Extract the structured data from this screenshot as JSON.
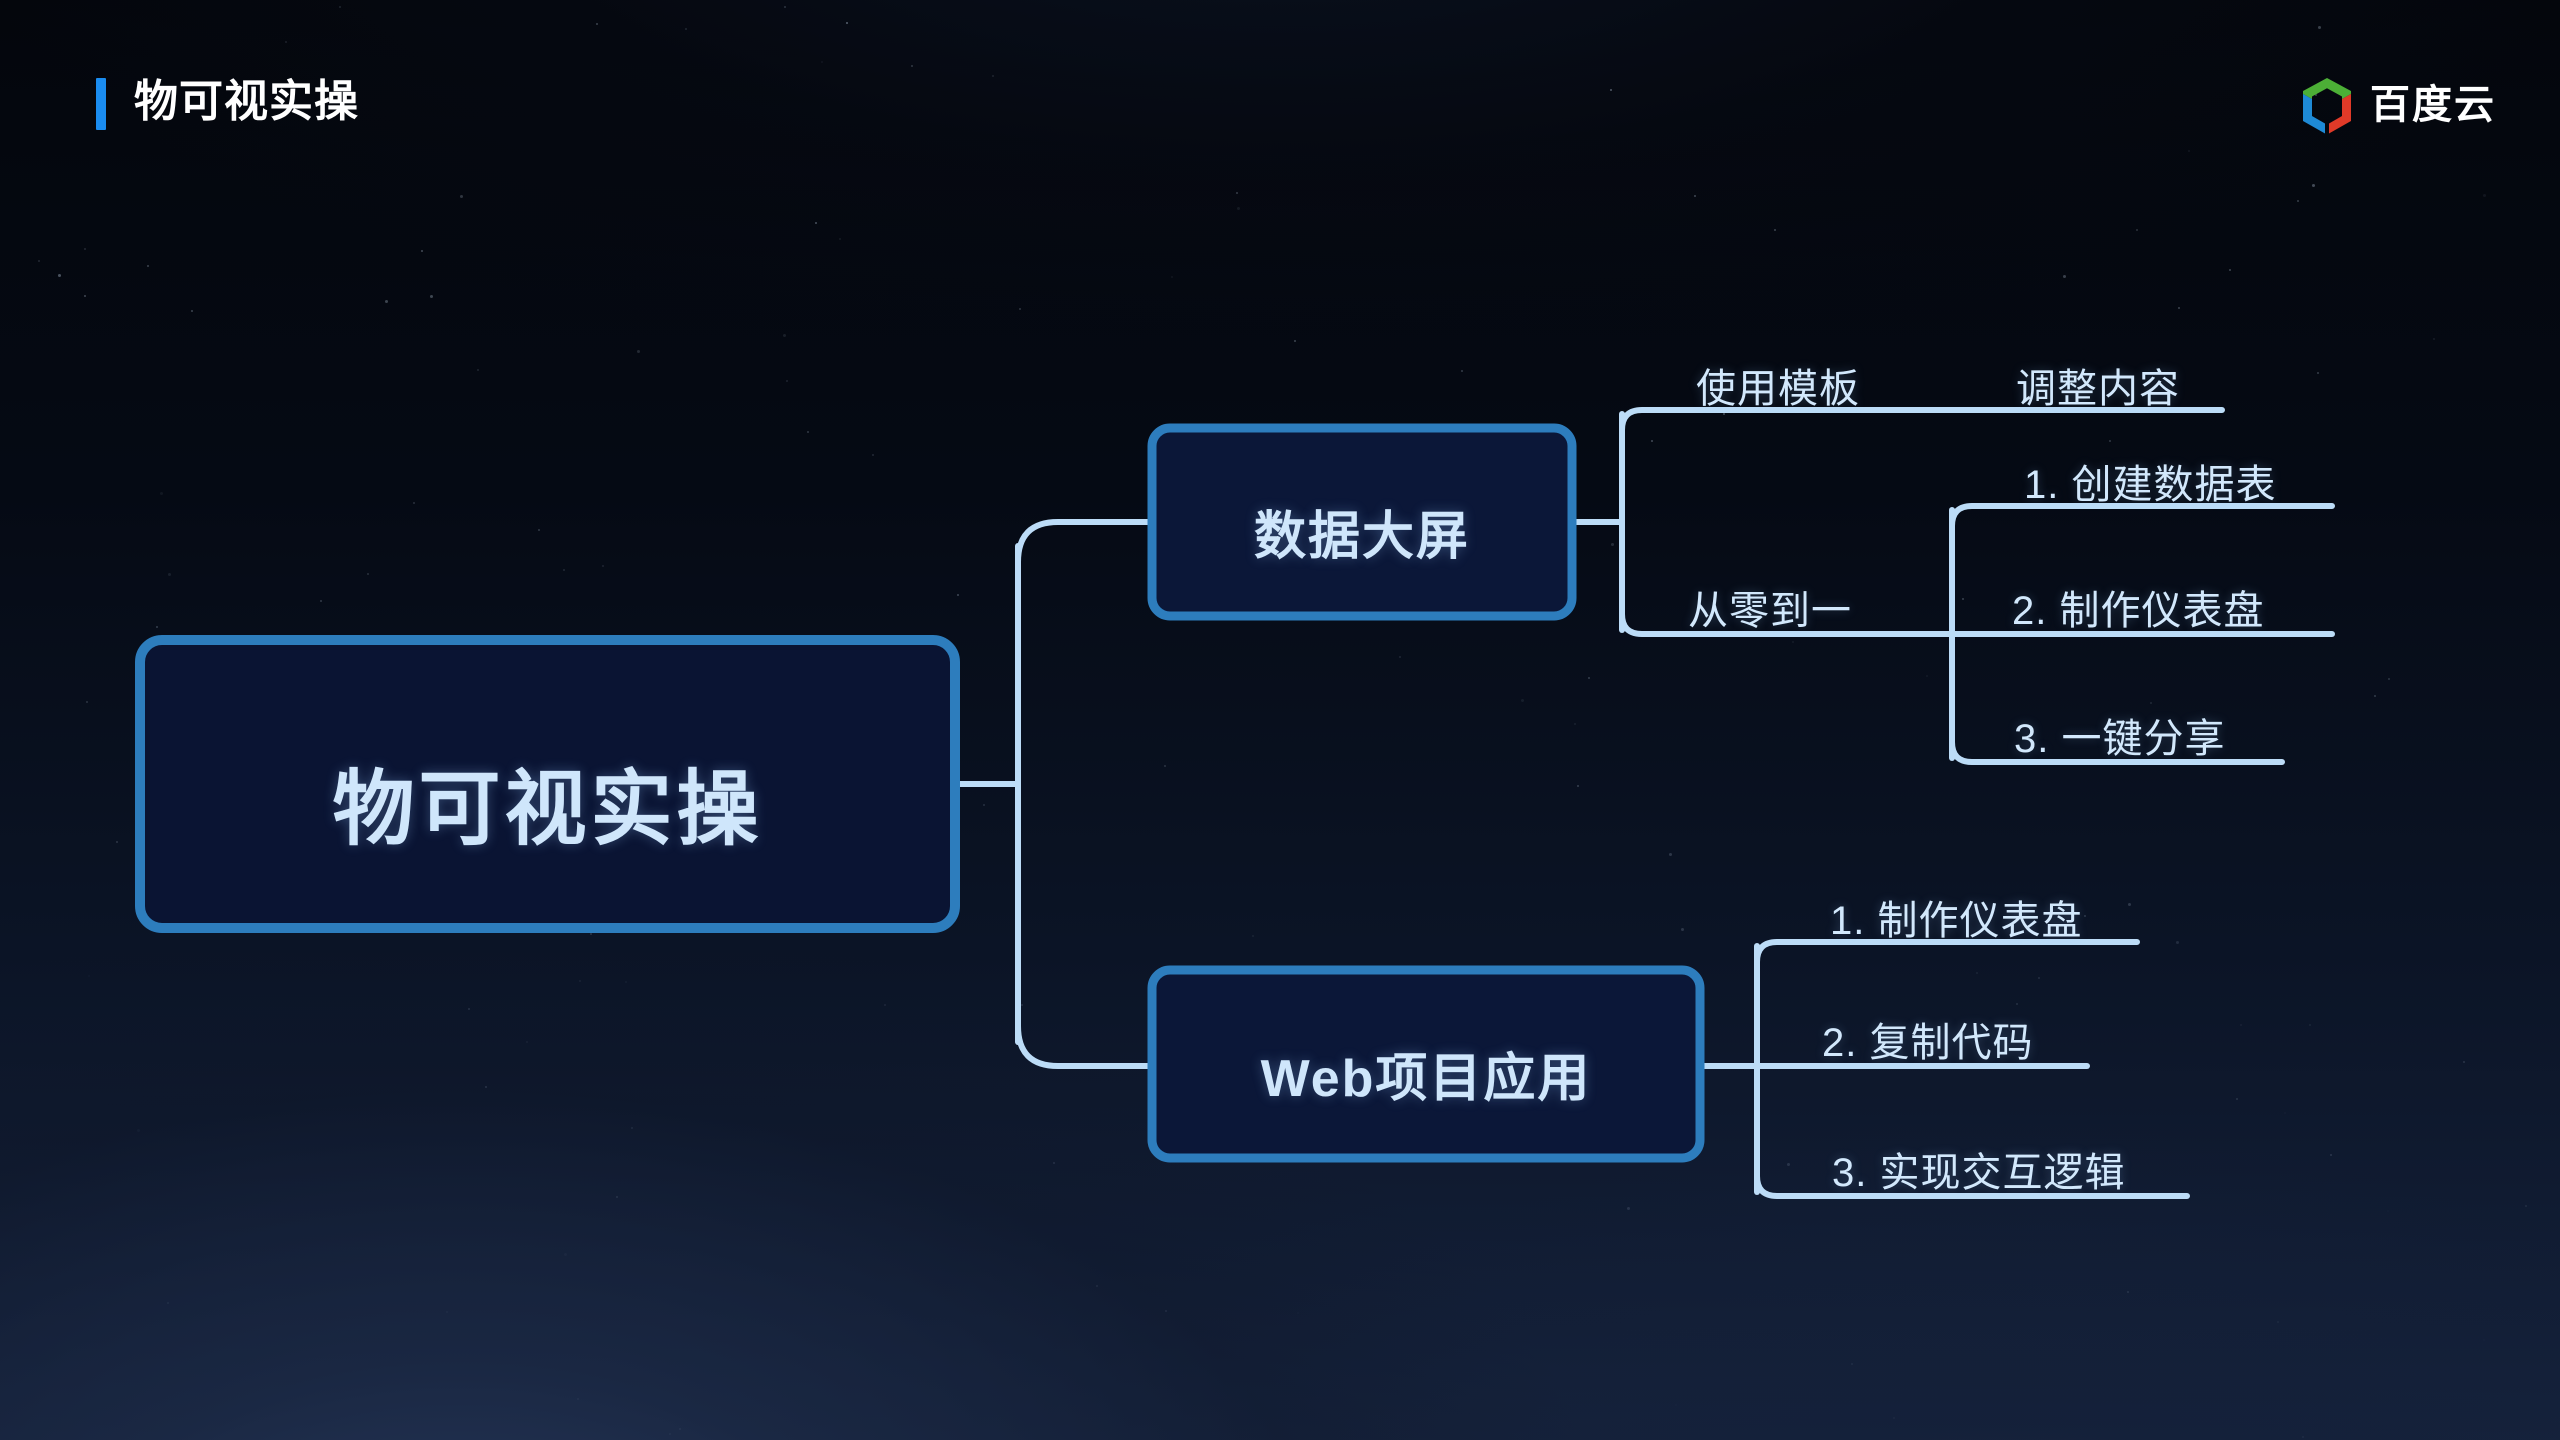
{
  "header": {
    "title": "物可视实操",
    "accent_color": "#1a8cf0",
    "brand": {
      "name": "百度云",
      "logo_icon": "baidu-cloud-hexagon-logo",
      "logo_colors": {
        "top": "#4caf36",
        "left": "#1e8ad6",
        "right": "#e03a28"
      }
    }
  },
  "mindmap": {
    "root": {
      "label": "物可视实操"
    },
    "branches": [
      {
        "label": "数据大屏",
        "groups": [
          {
            "name": "使用模板",
            "steps": [
              {
                "label": "使用模板"
              },
              {
                "label": "调整内容"
              }
            ]
          },
          {
            "name": "从零到一",
            "steps": [
              {
                "label": "从零到一"
              },
              {
                "label": "1. 创建数据表"
              },
              {
                "label": "2. 制作仪表盘"
              },
              {
                "label": "3. 一键分享"
              }
            ]
          }
        ]
      },
      {
        "label": "Web项目应用",
        "groups": [
          {
            "name": "steps",
            "steps": [
              {
                "label": "1. 制作仪表盘"
              },
              {
                "label": "2. 复制代码"
              },
              {
                "label": "3. 实现交互逻辑"
              }
            ]
          }
        ]
      }
    ]
  },
  "colors": {
    "background": "#05080f",
    "node_fill": "#0b1738",
    "node_border": "#2d7dbd",
    "connector": "#bcdcf7",
    "node_text": "#cfe6fb",
    "leaf_text": "#d2e8fc"
  }
}
